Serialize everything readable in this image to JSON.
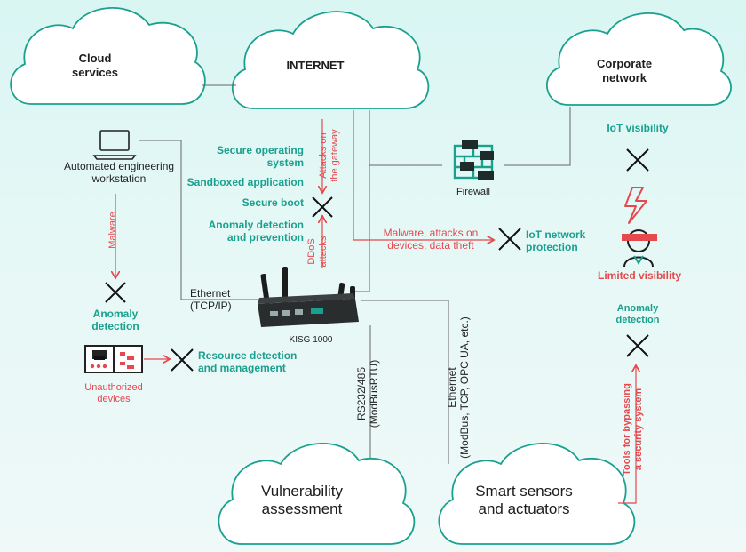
{
  "clouds": {
    "cloud_services": "Cloud\nservices",
    "internet": "INTERNET",
    "corporate_network": "Corporate\nnetwork",
    "vulnerability": "Vulnerability\nassessment",
    "smart_sensors": "Smart sensors\nand actuators"
  },
  "nodes": {
    "workstation": "Automated engineering\nworkstation",
    "firewall": "Firewall",
    "gateway": "KISG 1000",
    "unauthorized": "Unauthorized\ndevices",
    "limited_visibility": "Limited visibility"
  },
  "protections": {
    "secure_os": "Secure operating\nsystem",
    "sandboxed": "Sandboxed application",
    "secure_boot": "Secure boot",
    "anomaly_prevention": "Anomaly detection\nand prevention",
    "iot_protection": "IoT network\nprotection",
    "iot_visibility": "IoT visibility",
    "anomaly_detection_left": "Anomaly\ndetection",
    "anomaly_detection_right": "Anomaly\ndetection",
    "resource_detection": "Resource detection\nand management"
  },
  "threats": {
    "attacks_gateway": "Attacks on\nthe gateway",
    "ddos": "DDoS\nattacks",
    "malware_left": "Malware",
    "malware_attacks": "Malware, attacks on\ndevices, data theft",
    "bypass_tools": "Tools for bypassing\na security system"
  },
  "connections": {
    "ethernet_tcpip": "Ethernet\n(TCP/IP)",
    "rs232": "RS232/485\n(ModBusRTU)",
    "ethernet_modbus": "Ethernet\n(ModBus, TCP, OPC UA, etc.)"
  },
  "colors": {
    "teal": "#1aa08e",
    "red": "#e5484d",
    "dark": "#222222",
    "line": "#555555"
  }
}
